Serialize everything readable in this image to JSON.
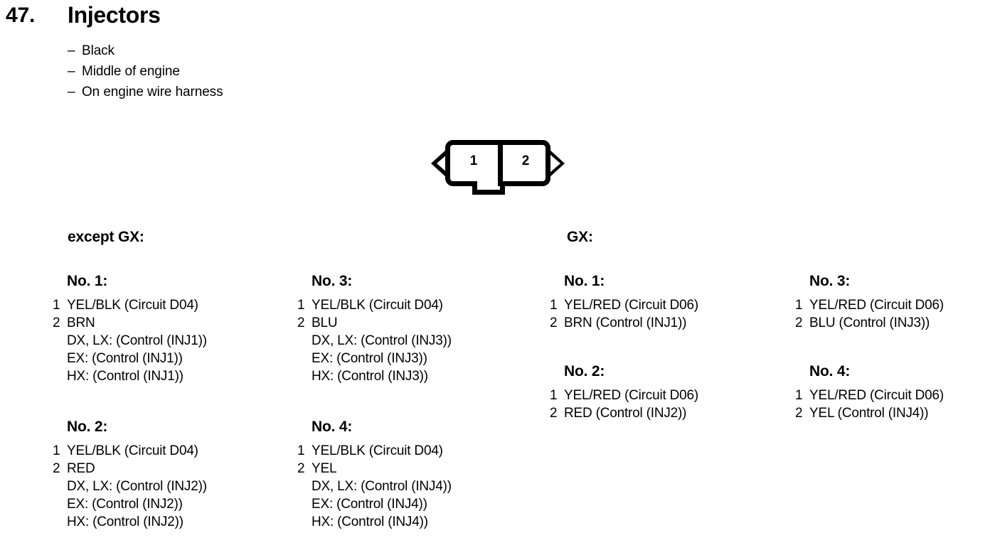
{
  "header": {
    "number": "47.",
    "title": "Injectors",
    "specs": [
      "Black",
      "Middle of engine",
      "On engine wire harness"
    ],
    "dash": "–"
  },
  "connector": {
    "name": "2-pin-connector",
    "pins": [
      "1",
      "2"
    ]
  },
  "variants": [
    {
      "id": "except-gx",
      "heading": "except GX:",
      "blocks": [
        {
          "id": "ex-1",
          "title": "No. 1:",
          "pins": [
            {
              "index": "1",
              "text": "YEL/BLK (Circuit D04)"
            },
            {
              "index": "2",
              "text": "BRN"
            }
          ],
          "sublines": [
            "DX, LX: (Control (INJ1))",
            "EX: (Control (INJ1))",
            "HX: (Control (INJ1))"
          ]
        },
        {
          "id": "ex-2",
          "title": "No. 2:",
          "pins": [
            {
              "index": "1",
              "text": "YEL/BLK (Circuit D04)"
            },
            {
              "index": "2",
              "text": "RED"
            }
          ],
          "sublines": [
            "DX, LX: (Control (INJ2))",
            "EX: (Control (INJ2))",
            "HX: (Control (INJ2))"
          ]
        },
        {
          "id": "ex-3",
          "title": "No. 3:",
          "pins": [
            {
              "index": "1",
              "text": "YEL/BLK (Circuit D04)"
            },
            {
              "index": "2",
              "text": "BLU"
            }
          ],
          "sublines": [
            "DX, LX: (Control (INJ3))",
            "EX: (Control (INJ3))",
            "HX: (Control (INJ3))"
          ]
        },
        {
          "id": "ex-4",
          "title": "No. 4:",
          "pins": [
            {
              "index": "1",
              "text": "YEL/BLK (Circuit D04)"
            },
            {
              "index": "2",
              "text": "YEL"
            }
          ],
          "sublines": [
            "DX, LX: (Control (INJ4))",
            "EX: (Control (INJ4))",
            "HX: (Control (INJ4))"
          ]
        }
      ]
    },
    {
      "id": "gx",
      "heading": "GX:",
      "blocks": [
        {
          "id": "gx-1",
          "title": "No. 1:",
          "pins": [
            {
              "index": "1",
              "text": "YEL/RED (Circuit D06)"
            },
            {
              "index": "2",
              "text": "BRN (Control (INJ1))"
            }
          ],
          "sublines": []
        },
        {
          "id": "gx-2",
          "title": "No. 2:",
          "pins": [
            {
              "index": "1",
              "text": "YEL/RED (Circuit D06)"
            },
            {
              "index": "2",
              "text": "RED (Control (INJ2))"
            }
          ],
          "sublines": []
        },
        {
          "id": "gx-3",
          "title": "No. 3:",
          "pins": [
            {
              "index": "1",
              "text": "YEL/RED (Circuit D06)"
            },
            {
              "index": "2",
              "text": "BLU (Control (INJ3))"
            }
          ],
          "sublines": []
        },
        {
          "id": "gx-4",
          "title": "No. 4:",
          "pins": [
            {
              "index": "1",
              "text": "YEL/RED (Circuit D06)"
            },
            {
              "index": "2",
              "text": "YEL (Control (INJ4))"
            }
          ],
          "sublines": []
        }
      ]
    }
  ]
}
